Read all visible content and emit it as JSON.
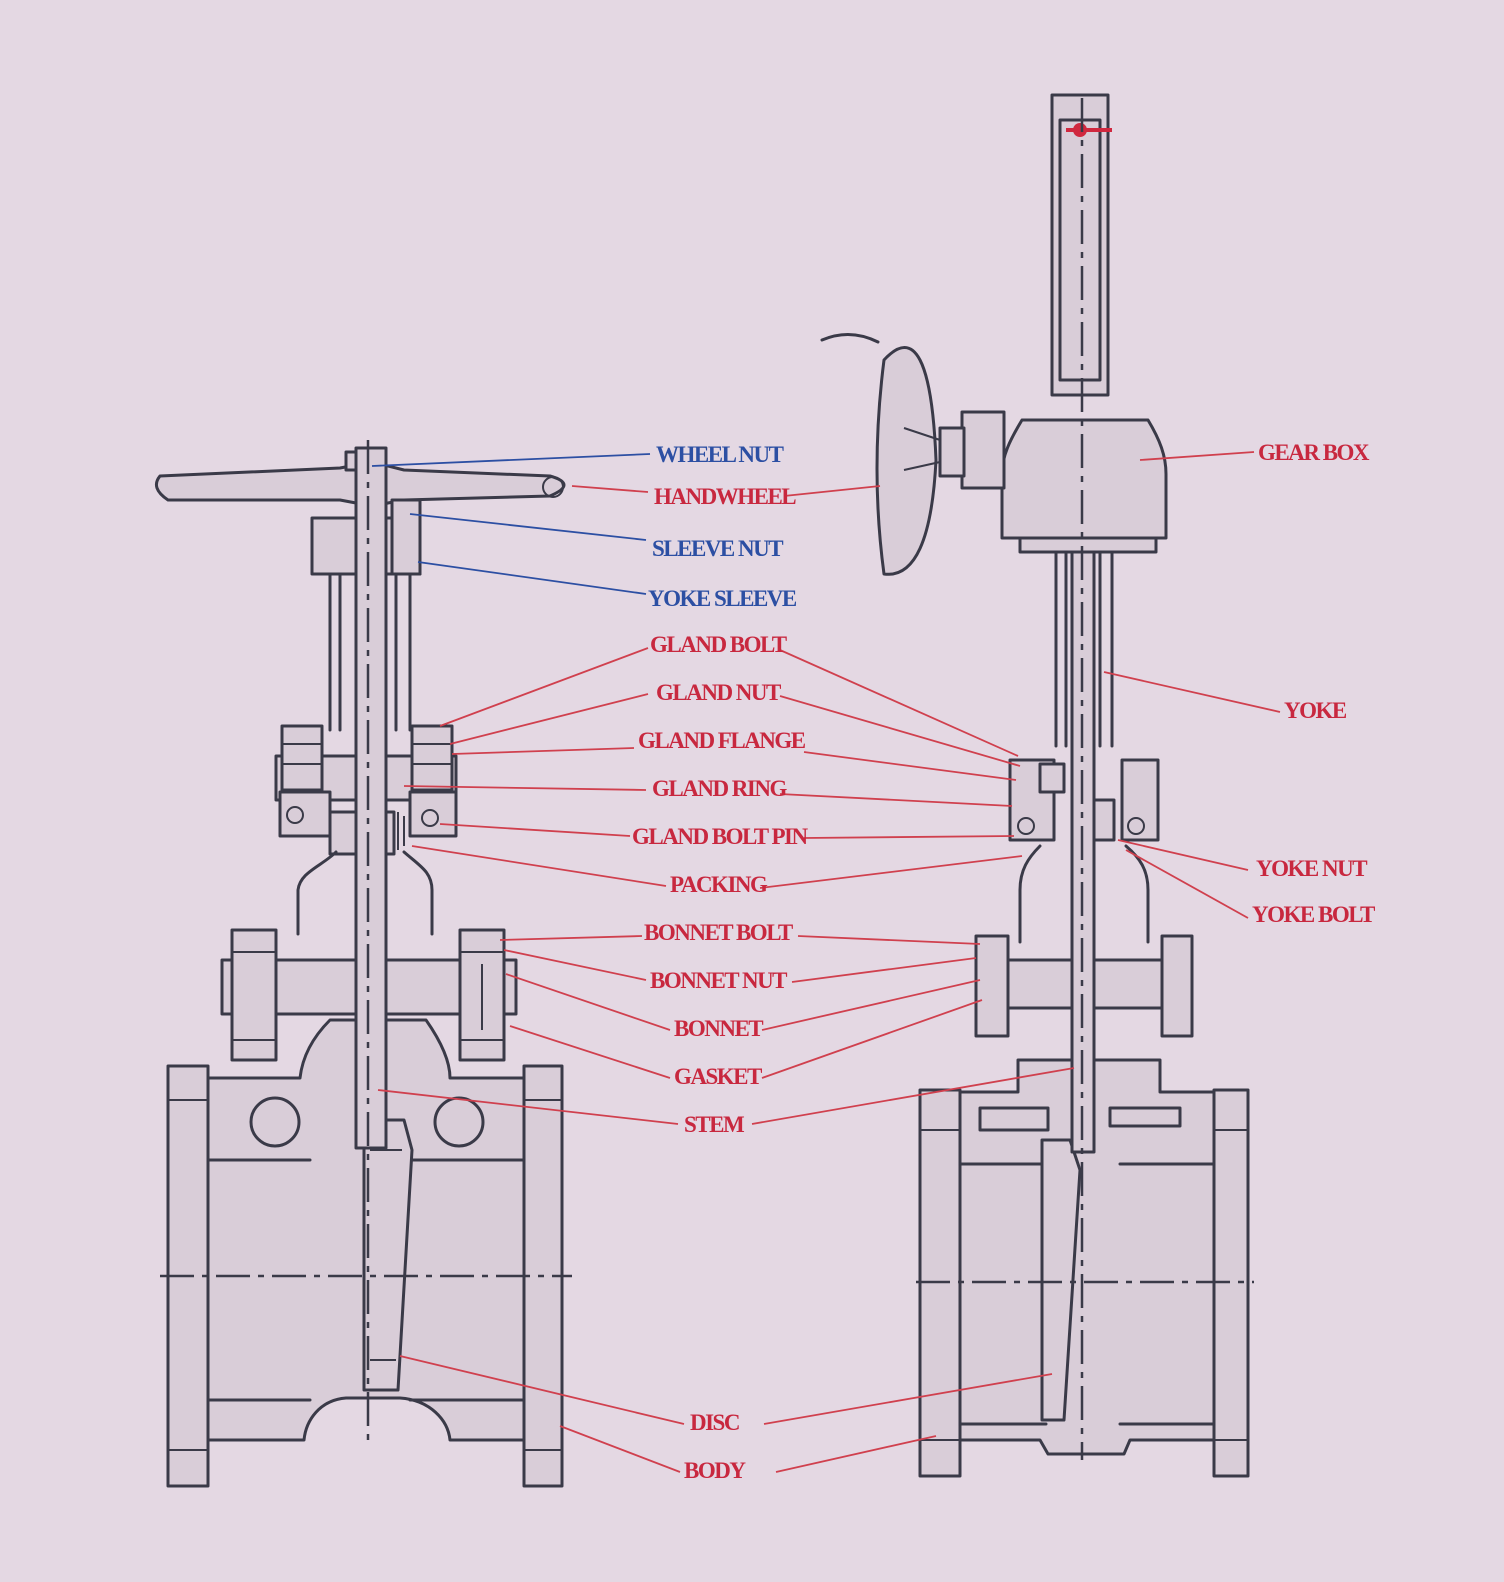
{
  "colors": {
    "background": "#e4d8e3",
    "outline": "#3a3a48",
    "label_red": "#c8283f",
    "label_blue": "#2c4fa3"
  },
  "labels": {
    "wheel_nut": "WHEEL NUT",
    "handwheel": "HANDWHEEL",
    "sleeve_nut": "SLEEVE NUT",
    "yoke_sleeve": "YOKE SLEEVE",
    "gland_bolt": "GLAND BOLT",
    "gland_nut": "GLAND NUT",
    "gland_flange": "GLAND FLANGE",
    "gland_ring": "GLAND RING",
    "gland_bolt_pin": "GLAND BOLT PIN",
    "packing": "PACKING",
    "bonnet_bolt": "BONNET BOLT",
    "bonnet_nut": "BONNET NUT",
    "bonnet": "BONNET",
    "gasket": "GASKET",
    "stem": "STEM",
    "disc": "DISC",
    "body": "BODY",
    "gear_box": "GEAR BOX",
    "yoke": "YOKE",
    "yoke_nut": "YOKE NUT",
    "yoke_bolt": "YOKE BOLT"
  }
}
